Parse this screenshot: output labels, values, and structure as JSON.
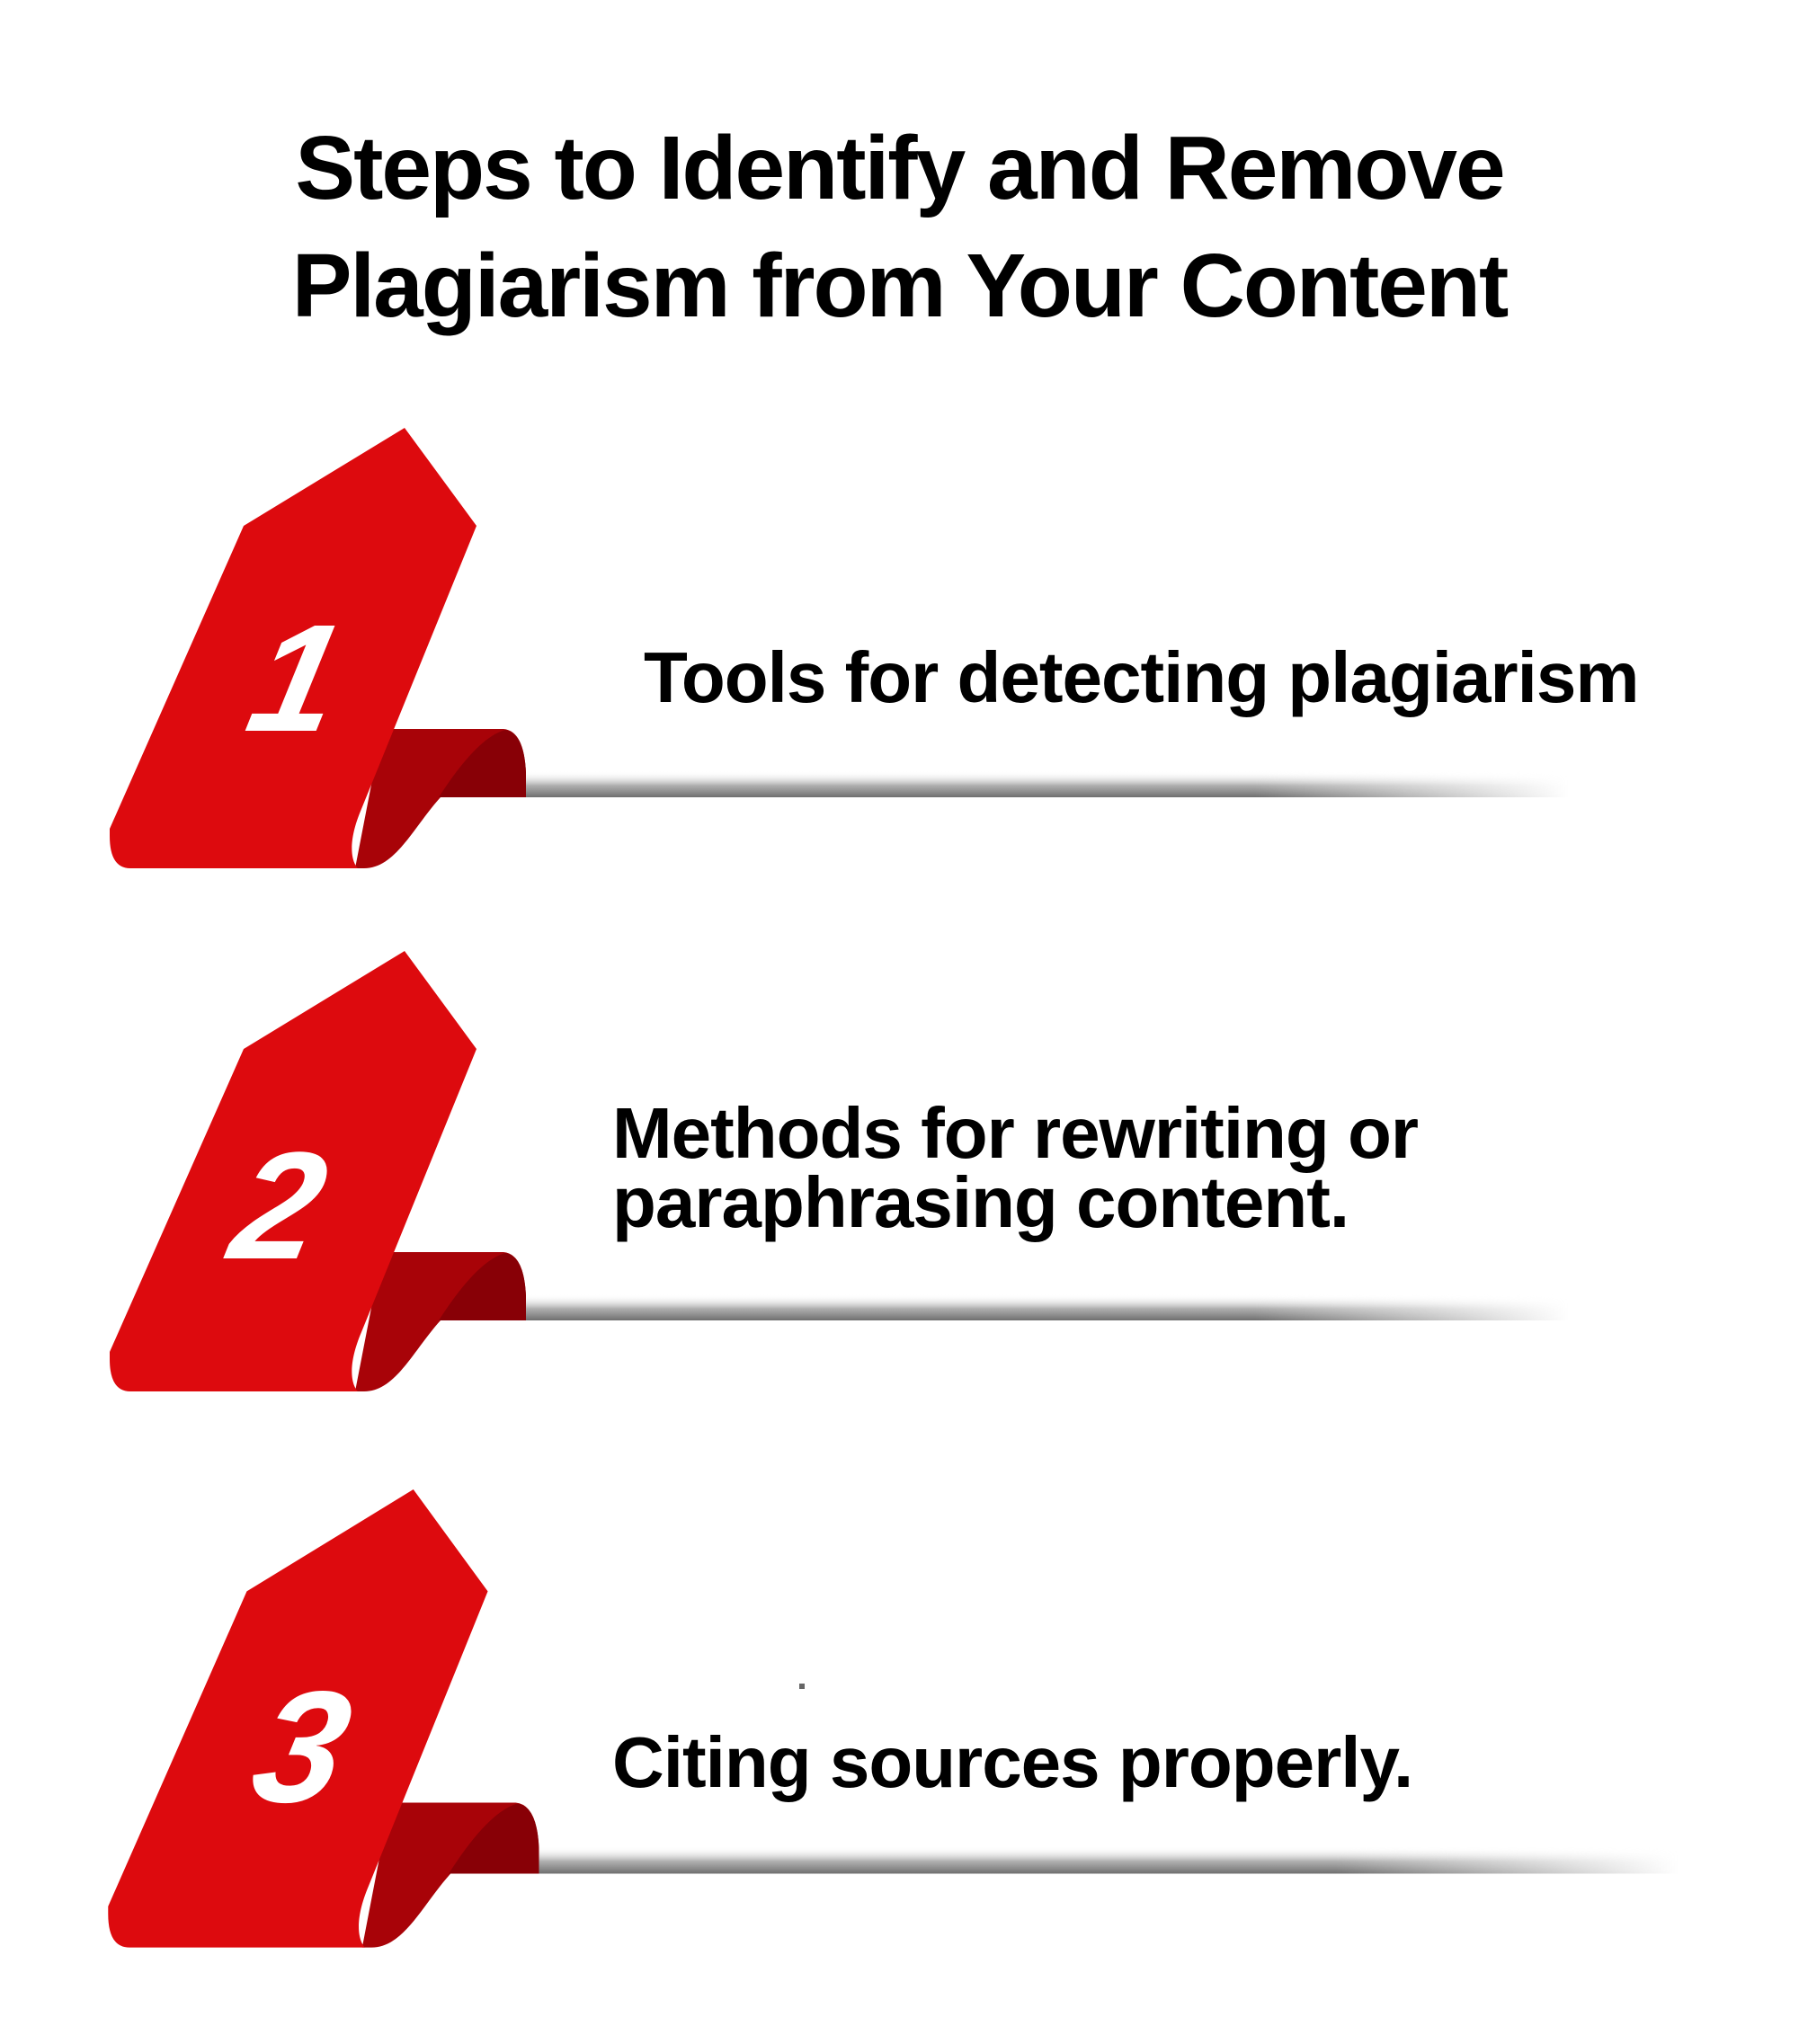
{
  "title": {
    "line1": "Steps to Identify and Remove",
    "line2": "Plagiarism from Your Content"
  },
  "steps": [
    {
      "number": "1",
      "lines": [
        "Tools for detecting plagiarism"
      ]
    },
    {
      "number": "2",
      "lines": [
        "Methods for rewriting or",
        "paraphrasing content."
      ]
    },
    {
      "number": "3",
      "lines": [
        "Citing sources properly."
      ]
    }
  ],
  "colors": {
    "ribbon_front": "#DD0A0E",
    "ribbon_fold": "#A80308",
    "ribbon_fold_inner": "#880006",
    "number_text": "#FFFFFF",
    "text": "#000000",
    "shadow": "#777777"
  }
}
